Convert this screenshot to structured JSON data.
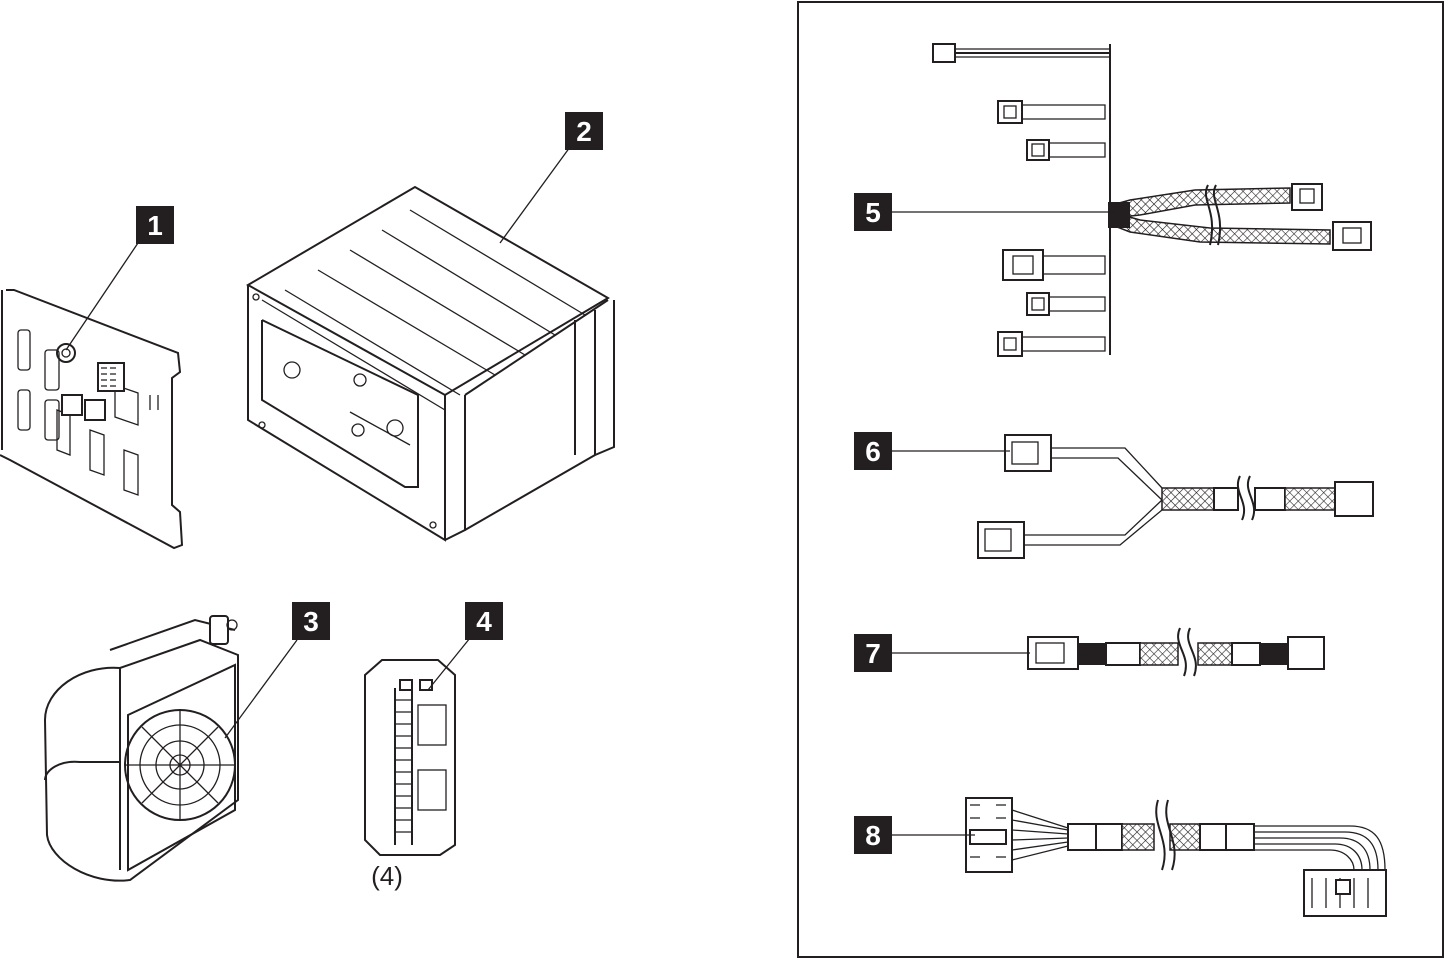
{
  "diagram": {
    "callouts": [
      {
        "id": "1",
        "label": "1"
      },
      {
        "id": "2",
        "label": "2"
      },
      {
        "id": "3",
        "label": "3"
      },
      {
        "id": "4",
        "label": "4"
      },
      {
        "id": "5",
        "label": "5"
      },
      {
        "id": "6",
        "label": "6"
      },
      {
        "id": "7",
        "label": "7"
      },
      {
        "id": "8",
        "label": "8"
      }
    ],
    "quantity_label": "(4)"
  }
}
